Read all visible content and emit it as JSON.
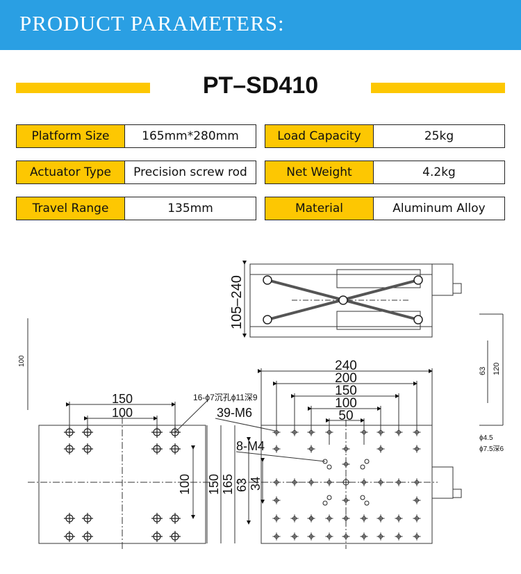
{
  "header": {
    "title": "PRODUCT PARAMETERS:"
  },
  "model": "PT–SD410",
  "colors": {
    "header_bg": "#2a9fe3",
    "accent": "#fdc702"
  },
  "specs": [
    {
      "label": "Platform Size",
      "value": "165mm*280mm"
    },
    {
      "label": "Load Capacity",
      "value": "25kg"
    },
    {
      "label": "Actuator Type",
      "value": "Precision screw rod"
    },
    {
      "label": "Net Weight",
      "value": "4.2kg"
    },
    {
      "label": "Travel Range",
      "value": "135mm"
    },
    {
      "label": "Material",
      "value": "Aluminum Alloy"
    }
  ],
  "drawing": {
    "side_view_height": "105–240",
    "left_vertical_dim": "100",
    "left_top_dims": [
      "150",
      "100"
    ],
    "hole_note": "16-ϕ7沉孔ϕ11深9",
    "thread_note_1": "39-M6",
    "thread_note_2": "8-M4",
    "top_dims": [
      "240",
      "200",
      "150",
      "100",
      "50"
    ],
    "vertical_dims": [
      "100",
      "150",
      "165",
      "63",
      "34"
    ],
    "right_dims": [
      "120",
      "63"
    ],
    "right_notes": [
      "ϕ4.5",
      "ϕ7.5深6"
    ]
  }
}
